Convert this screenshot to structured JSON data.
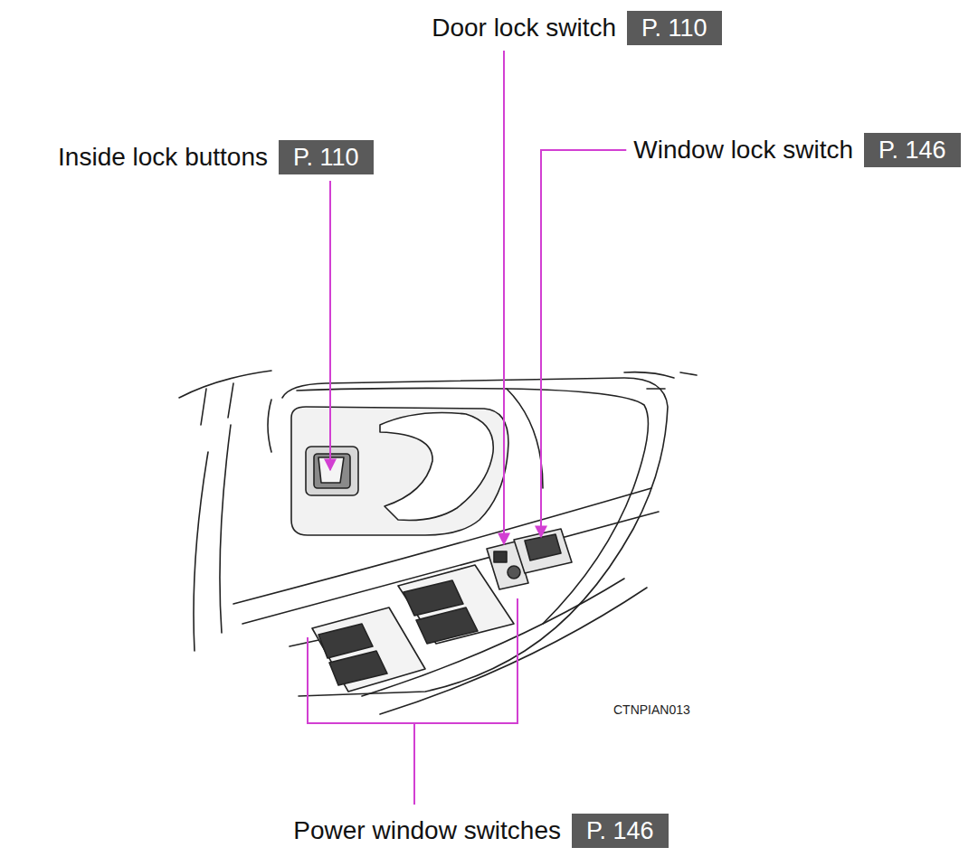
{
  "diagram": {
    "nodes": [
      {
        "text": [
          "P. 110"
        ]
      },
      {
        "text": [
          "P. 110"
        ]
      },
      {
        "text": [
          "P. 146"
        ]
      },
      {
        "text": [
          "P. 146"
        ]
      }
    ],
    "labels": [
      "Door lock switch",
      "Inside lock buttons",
      "Window lock switch",
      "Power window switches",
      "CTNPIAN013"
    ]
  }
}
